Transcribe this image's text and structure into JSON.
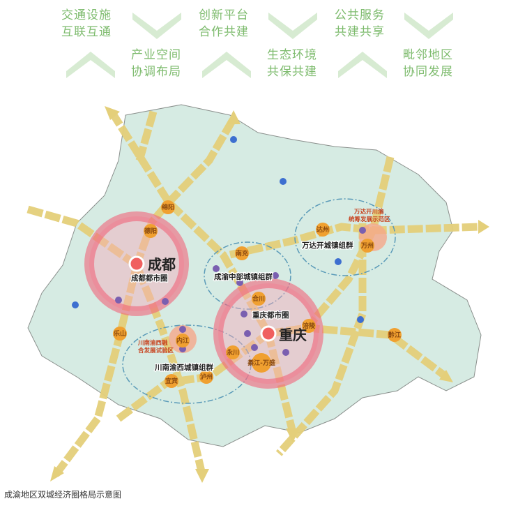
{
  "slogans": [
    {
      "line1": "交通设施",
      "line2": "互联互通"
    },
    {
      "line1": "产业空间",
      "line2": "协调布局"
    },
    {
      "line1": "创新平台",
      "line2": "合作共建"
    },
    {
      "line1": "生态环境",
      "line2": "共保共建"
    },
    {
      "line1": "公共服务",
      "line2": "共建共享"
    },
    {
      "line1": "毗邻地区",
      "line2": "协同发展"
    }
  ],
  "map": {
    "core_cities": {
      "chengdu": "成都",
      "chongqing": "重庆"
    },
    "metro_circles": {
      "chengdu": "成都都市圈",
      "chongqing": "重庆都市圈"
    },
    "groups": {
      "central": "成渝中部城镇组群",
      "wandakai": "万达开城镇组群",
      "southwest": "川南渝西城镇组群"
    },
    "zones": {
      "wandakai_line1": "万达开川渝",
      "wandakai_line2": "统筹发展示范区",
      "chuannan_line1": "川南渝西融",
      "chuannan_line2": "合发展试验区"
    },
    "cities": [
      "绵阳",
      "德阳",
      "南充",
      "达州",
      "万州",
      "合川",
      "涪陵",
      "永川",
      "綦江-万盛",
      "黔江",
      "内江",
      "宜宾",
      "泸州",
      "乐山"
    ],
    "colors": {
      "region": "#d6ebe3",
      "ring": "#f0647a",
      "node": "#f0a030",
      "corridor": "#e4cf7a",
      "group_border": "#5a9ab8",
      "satellite": "#7a5fb0",
      "other": "#3d6fd0"
    }
  },
  "caption": "成渝地区双城经济圈格局示意图"
}
